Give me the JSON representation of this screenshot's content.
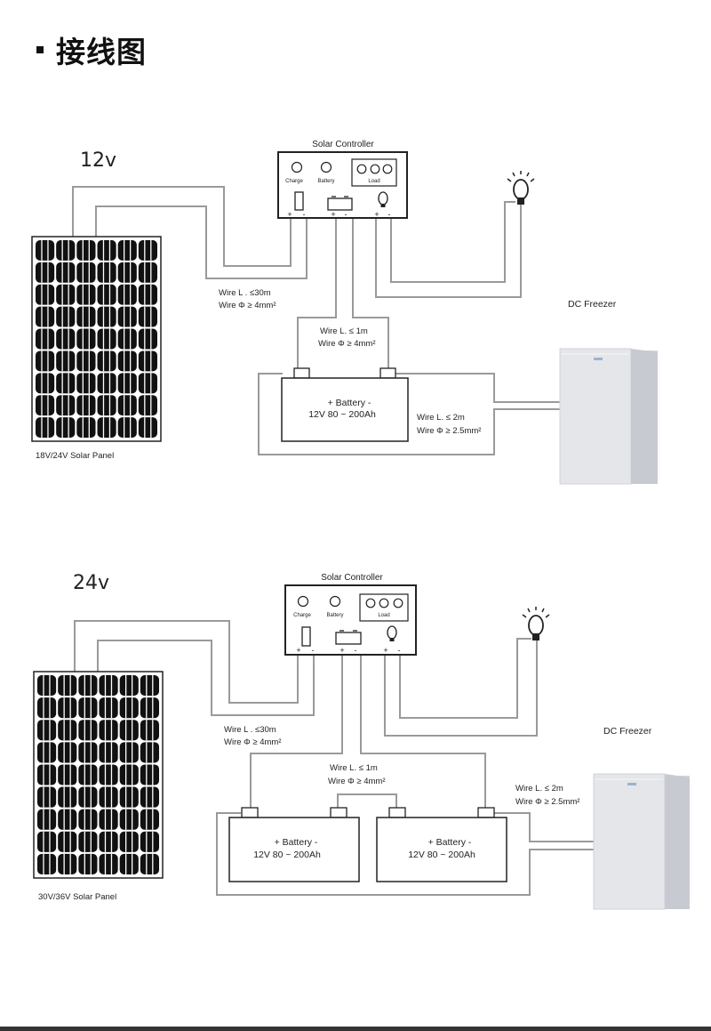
{
  "header": {
    "title": "接线图"
  },
  "diagrams": [
    {
      "voltage_label": "12v",
      "controller": {
        "title": "Solar Controller",
        "indicators": [
          "Charge",
          "Battery"
        ],
        "load_label": "Load",
        "terminal_signs": [
          "+",
          "-",
          "+",
          "-",
          "+",
          "-"
        ]
      },
      "panel_label": "18V/24V Solar Panel",
      "panel_wire": {
        "length": "Wire L . ≤30m",
        "diameter": "Wire Φ  ≥ 4mm²"
      },
      "battery_wire": {
        "length": "Wire L.  ≤ 1m",
        "diameter": "Wire Φ  ≥ 4mm²"
      },
      "batteries": [
        {
          "line1": "+  Battery  -",
          "line2": "12V 80 ~ 200Ah"
        }
      ],
      "freezer_wire": {
        "length": "Wire L.  ≤ 2m",
        "diameter": "Wire Φ  ≥ 2.5mm²"
      },
      "freezer_label": "DC Freezer"
    },
    {
      "voltage_label": "24v",
      "controller": {
        "title": "Solar Controller",
        "indicators": [
          "Charge",
          "Battery"
        ],
        "load_label": "Load",
        "terminal_signs": [
          "+",
          "-",
          "+",
          "-",
          "+",
          "-"
        ]
      },
      "panel_label": "30V/36V Solar Panel",
      "panel_wire": {
        "length": "Wire L . ≤30m",
        "diameter": "Wire Φ  ≥ 4mm²"
      },
      "battery_wire": {
        "length": "Wire L.  ≤ 1m",
        "diameter": "Wire Φ  ≥ 4mm²"
      },
      "batteries": [
        {
          "line1": "+  Battery  -",
          "line2": "12V 80 ~ 200Ah"
        },
        {
          "line1": "+  Battery  -",
          "line2": "12V 80 ~ 200Ah"
        }
      ],
      "freezer_wire": {
        "length": "Wire L.  ≤ 2m",
        "diameter": "Wire Φ  ≥ 2.5mm²"
      },
      "freezer_label": "DC Freezer"
    }
  ],
  "colors": {
    "wire": "#9a9a9a",
    "outline": "#222222",
    "panel_cell": "#111111",
    "freezer": "#e4e6ea"
  }
}
